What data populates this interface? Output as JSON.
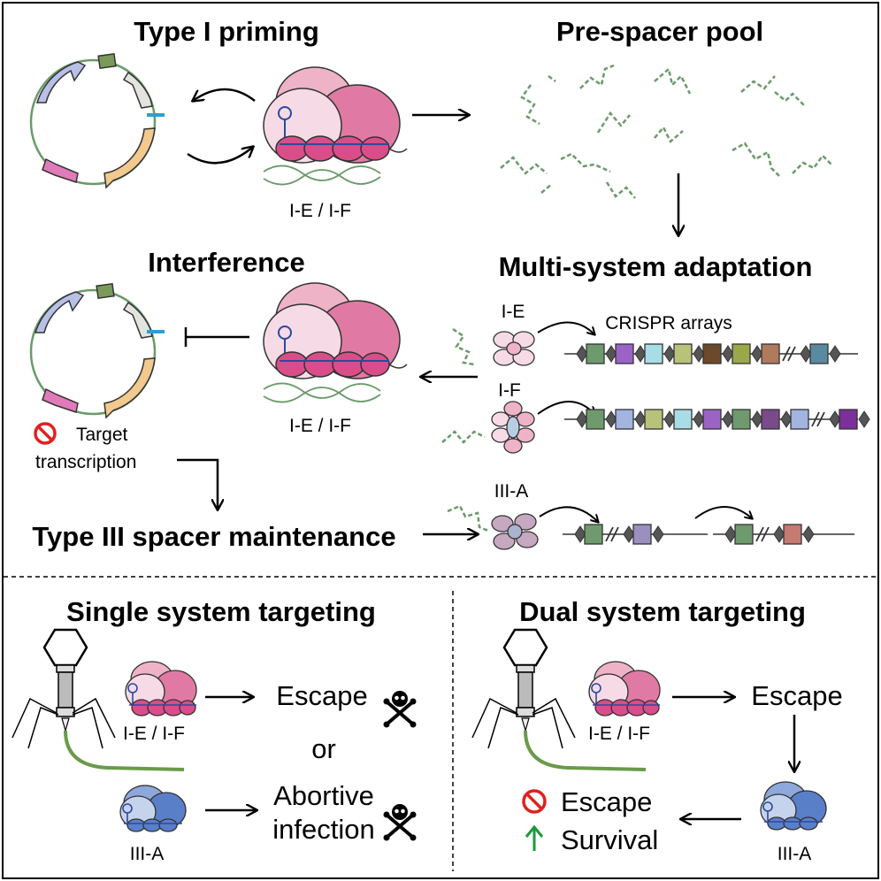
{
  "titles": {
    "type1_priming": "Type I priming",
    "prespacer_pool": "Pre-spacer pool",
    "interference": "Interference",
    "multi_adaptation": "Multi-system adaptation",
    "type3_maintenance": "Type III spacer maintenance",
    "single_targeting": "Single system targeting",
    "dual_targeting": "Dual system targeting"
  },
  "labels": {
    "ie_if": "I-E / I-F",
    "ie": "I-E",
    "if": "I-F",
    "iiia": "III-A",
    "crispr_arrays": "CRISPR arrays",
    "target": "Target",
    "transcription": "transcription",
    "escape": "Escape",
    "or": "or",
    "abortive": "Abortive",
    "infection": "infection",
    "survival": "Survival"
  },
  "colors": {
    "pink_light": "#f6dbe6",
    "pink_mid": "#efb3c8",
    "pink_dark": "#e07aa4",
    "pink_base": "#d94e88",
    "blue_light": "#c6d3ec",
    "blue_mid": "#8fa8dc",
    "blue_dark": "#5a7fc9",
    "stop_red": "#e02020",
    "up_green": "#1a9a3a",
    "dna_green": "#6a9a6a",
    "spacer_green": "#6a9a6a"
  },
  "arrays": {
    "ie_row": [
      "#6e9a6e",
      "#9b63c6",
      "#a8dde6",
      "#b8c27a",
      "#6a4a2a",
      "#9aa84a",
      "#b07a5e",
      "#5a8aa0"
    ],
    "if_row": [
      "#6e9a6e",
      "#a3b4e0",
      "#b8c27a",
      "#a8dde6",
      "#9b63c6",
      "#6e9a6e",
      "#7a4a8a",
      "#a3b4e0",
      "#7b2f9a"
    ],
    "iiia_row_a": [
      "#6e9a6e",
      "#9a8fc0"
    ],
    "iiia_row_b": [
      "#6e9a6e",
      "#c57a72"
    ]
  }
}
